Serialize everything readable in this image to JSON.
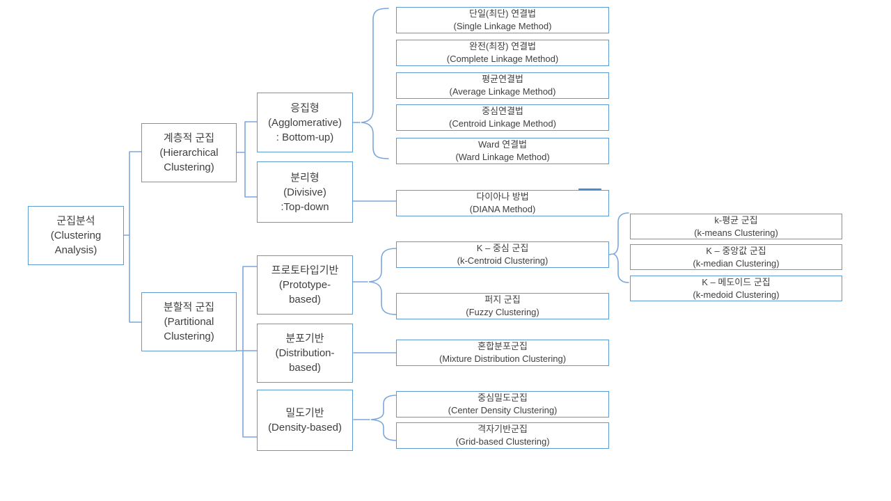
{
  "colors": {
    "background": "#ffffff",
    "box_border": "#5b9bd5",
    "connector": "#7aa7db",
    "text": "#3f3f3f"
  },
  "diagram_type": "hierarchy-tree",
  "nodes": {
    "root": {
      "lines": [
        "군집분석",
        "(Clustering",
        "Analysis)"
      ]
    },
    "hierarchical": {
      "lines": [
        "계층적 군집",
        "(Hierarchical",
        "Clustering)"
      ]
    },
    "partitional": {
      "lines": [
        "분할적 군집",
        "(Partitional",
        "Clustering)"
      ]
    },
    "agglomerative": {
      "lines": [
        "응집형",
        "(Agglomerative)",
        ": Bottom-up)"
      ]
    },
    "divisive": {
      "lines": [
        "분리형",
        "(Divisive)",
        ":Top-down"
      ]
    },
    "prototype": {
      "lines": [
        "프로토타입기반",
        "(Prototype-",
        "based)"
      ]
    },
    "distribution": {
      "lines": [
        "분포기반",
        "(Distribution-",
        "based)"
      ]
    },
    "density": {
      "lines": [
        "밀도기반",
        "(Density-based)"
      ]
    },
    "single": {
      "lines": [
        "단일(최단) 연결법",
        "(Single Linkage Method)"
      ]
    },
    "complete": {
      "lines": [
        "완전(최장) 연결법",
        "(Complete Linkage Method)"
      ]
    },
    "average": {
      "lines": [
        "평균연결법",
        "(Average Linkage Method)"
      ]
    },
    "centroid_link": {
      "lines": [
        "중심연결법",
        "(Centroid Linkage Method)"
      ]
    },
    "ward": {
      "lines": [
        "Ward 연결법",
        "(Ward Linkage Method)"
      ]
    },
    "diana": {
      "lines": [
        "다이아나 방법",
        "(DIANA Method)"
      ]
    },
    "k_centroid": {
      "lines": [
        "K – 중심 군집",
        "(k-Centroid Clustering)"
      ]
    },
    "fuzzy": {
      "lines": [
        "퍼지 군집",
        "(Fuzzy Clustering)"
      ]
    },
    "mixture": {
      "lines": [
        "혼합분포군집",
        "(Mixture Distribution Clustering)"
      ]
    },
    "center_density": {
      "lines": [
        "중심밀도군집",
        "(Center Density Clustering)"
      ]
    },
    "grid": {
      "lines": [
        "격자기반군집",
        "(Grid-based Clustering)"
      ]
    },
    "k_means": {
      "lines": [
        "k-평균 군집",
        "(k-means Clustering)"
      ]
    },
    "k_median": {
      "lines": [
        "K – 중앙값 군집",
        "(k-median Clustering)"
      ]
    },
    "k_medoid": {
      "lines": [
        "K – 메도이드 군집",
        "(k-medoid Clustering)"
      ]
    }
  }
}
